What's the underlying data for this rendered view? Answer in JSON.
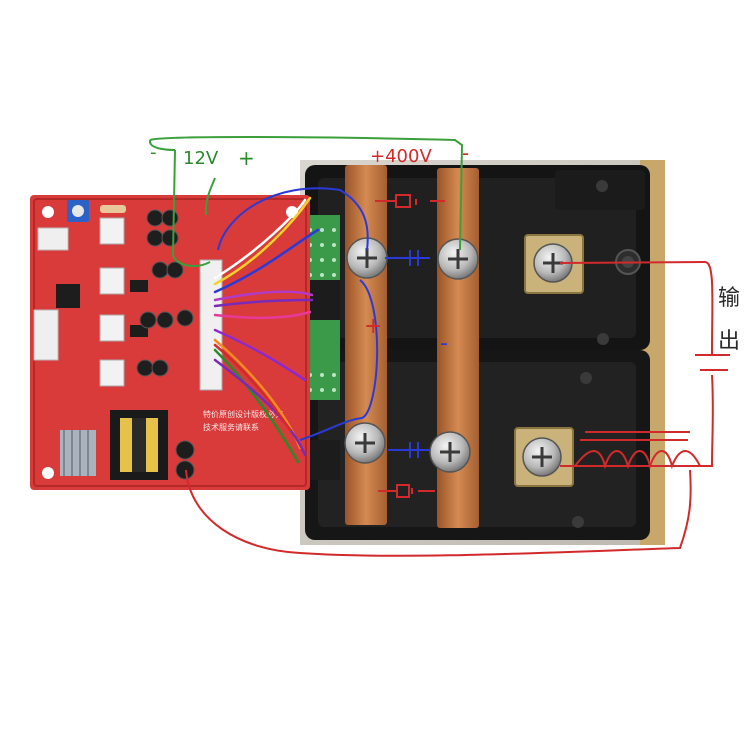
{
  "annotations": {
    "voltage_12v": "12V",
    "voltage_12v_minus": "-",
    "voltage_12v_plus": "+",
    "voltage_400v": "+400V",
    "voltage_400v_minus": "-",
    "bus_plus": "+",
    "bus_minus": "-",
    "output_label_1": "输",
    "output_label_2": "出"
  },
  "board": {
    "silkscreen_line1": "特价原创设计版权必究",
    "silkscreen_line2": "技术服务请联系"
  },
  "colors": {
    "pcb_red": "#d93a3a",
    "copper": "#c4753f",
    "module_black": "#1a1a1a",
    "wire_red": "#d22a2a",
    "wire_green": "#3aa03a",
    "wire_blue": "#2a3ad8"
  }
}
